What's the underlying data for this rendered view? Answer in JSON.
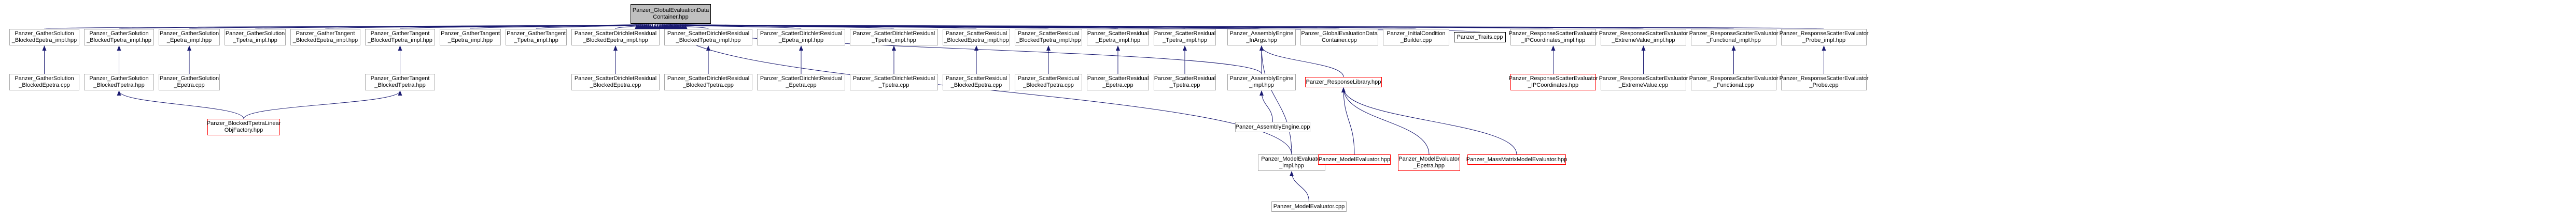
{
  "nodes": [
    {
      "id": "root",
      "lines": [
        "Panzer_GlobalEvaluationData",
        "Container.hpp"
      ],
      "style": "gray"
    },
    {
      "id": "n1",
      "lines": [
        "Panzer_GatherSolution",
        "_BlockedEpetra_impl.hpp"
      ],
      "style": "normal"
    },
    {
      "id": "n2",
      "lines": [
        "Panzer_GatherSolution",
        "_BlockedTpetra_impl.hpp"
      ],
      "style": "normal"
    },
    {
      "id": "n3",
      "lines": [
        "Panzer_GatherSolution",
        "_Epetra_impl.hpp"
      ],
      "style": "normal"
    },
    {
      "id": "n4",
      "lines": [
        "Panzer_GatherSolution",
        "_Tpetra_impl.hpp"
      ],
      "style": "normal"
    },
    {
      "id": "n5",
      "lines": [
        "Panzer_GatherTangent",
        "_BlockedEpetra_impl.hpp"
      ],
      "style": "normal"
    },
    {
      "id": "n6",
      "lines": [
        "Panzer_GatherTangent",
        "_BlockedTpetra_impl.hpp"
      ],
      "style": "normal"
    },
    {
      "id": "n7",
      "lines": [
        "Panzer_GatherTangent",
        "_Epetra_impl.hpp"
      ],
      "style": "normal"
    },
    {
      "id": "n8",
      "lines": [
        "Panzer_GatherTangent",
        "_Tpetra_impl.hpp"
      ],
      "style": "normal"
    },
    {
      "id": "n9",
      "lines": [
        "Panzer_ScatterDirichletResidual",
        "_BlockedEpetra_impl.hpp"
      ],
      "style": "normal"
    },
    {
      "id": "n10",
      "lines": [
        "Panzer_ScatterDirichletResidual",
        "_BlockedTpetra_impl.hpp"
      ],
      "style": "normal"
    },
    {
      "id": "n11",
      "lines": [
        "Panzer_ScatterDirichletResidual",
        "_Epetra_impl.hpp"
      ],
      "style": "normal"
    },
    {
      "id": "n12",
      "lines": [
        "Panzer_ScatterDirichletResidual",
        "_Tpetra_impl.hpp"
      ],
      "style": "normal"
    },
    {
      "id": "n13",
      "lines": [
        "Panzer_ScatterResidual",
        "_BlockedEpetra_impl.hpp"
      ],
      "style": "normal"
    },
    {
      "id": "n14",
      "lines": [
        "Panzer_ScatterResidual",
        "_BlockedTpetra_impl.hpp"
      ],
      "style": "normal"
    },
    {
      "id": "n15",
      "lines": [
        "Panzer_ScatterResidual",
        "_Epetra_impl.hpp"
      ],
      "style": "normal"
    },
    {
      "id": "n16",
      "lines": [
        "Panzer_ScatterResidual",
        "_Tpetra_impl.hpp"
      ],
      "style": "normal"
    },
    {
      "id": "n17",
      "lines": [
        "Panzer_AssemblyEngine",
        "_InArgs.hpp"
      ],
      "style": "normal"
    },
    {
      "id": "n18",
      "lines": [
        "Panzer_GlobalEvaluationData",
        "Container.cpp"
      ],
      "style": "normal"
    },
    {
      "id": "n19",
      "lines": [
        "Panzer_InitialCondition",
        "_Builder.cpp"
      ],
      "style": "normal"
    },
    {
      "id": "n20",
      "lines": [
        "Panzer_Traits.cpp"
      ],
      "style": "black"
    },
    {
      "id": "n21",
      "lines": [
        "Panzer_ResponseScatterEvaluator",
        "_IPCoordinates_impl.hpp"
      ],
      "style": "normal"
    },
    {
      "id": "n22",
      "lines": [
        "Panzer_ResponseScatterEvaluator",
        "_ExtremeValue_impl.hpp"
      ],
      "style": "normal"
    },
    {
      "id": "n23",
      "lines": [
        "Panzer_ResponseScatterEvaluator",
        "_Functional_impl.hpp"
      ],
      "style": "normal"
    },
    {
      "id": "n24",
      "lines": [
        "Panzer_ResponseScatterEvaluator",
        "_Probe_impl.hpp"
      ],
      "style": "normal"
    },
    {
      "id": "m1",
      "lines": [
        "Panzer_GatherSolution",
        "_BlockedEpetra.cpp"
      ],
      "style": "normal"
    },
    {
      "id": "m2",
      "lines": [
        "Panzer_GatherSolution",
        "_BlockedTpetra.hpp"
      ],
      "style": "normal"
    },
    {
      "id": "m3",
      "lines": [
        "Panzer_GatherSolution",
        "_Epetra.cpp"
      ],
      "style": "normal"
    },
    {
      "id": "m6",
      "lines": [
        "Panzer_GatherTangent",
        "_BlockedTpetra.hpp"
      ],
      "style": "normal"
    },
    {
      "id": "m9",
      "lines": [
        "Panzer_ScatterDirichletResidual",
        "_BlockedEpetra.cpp"
      ],
      "style": "normal"
    },
    {
      "id": "m10",
      "lines": [
        "Panzer_ScatterDirichletResidual",
        "_BlockedTpetra.cpp"
      ],
      "style": "normal"
    },
    {
      "id": "m11",
      "lines": [
        "Panzer_ScatterDirichletResidual",
        "_Epetra.cpp"
      ],
      "style": "normal"
    },
    {
      "id": "m12",
      "lines": [
        "Panzer_ScatterDirichletResidual",
        "_Tpetra.cpp"
      ],
      "style": "normal"
    },
    {
      "id": "m13",
      "lines": [
        "Panzer_ScatterResidual",
        "_BlockedEpetra.cpp"
      ],
      "style": "normal"
    },
    {
      "id": "m14",
      "lines": [
        "Panzer_ScatterResidual",
        "_BlockedTpetra.cpp"
      ],
      "style": "normal"
    },
    {
      "id": "m15",
      "lines": [
        "Panzer_ScatterResidual",
        "_Epetra.cpp"
      ],
      "style": "normal"
    },
    {
      "id": "m16",
      "lines": [
        "Panzer_ScatterResidual",
        "_Tpetra.cpp"
      ],
      "style": "normal"
    },
    {
      "id": "m17",
      "lines": [
        "Panzer_AssemblyEngine",
        "_impl.hpp"
      ],
      "style": "normal"
    },
    {
      "id": "rl",
      "lines": [
        "Panzer_ResponseLibrary.hpp"
      ],
      "style": "red"
    },
    {
      "id": "m21",
      "lines": [
        "Panzer_ResponseScatterEvaluator",
        "_IPCoordinates.hpp"
      ],
      "style": "red"
    },
    {
      "id": "m22",
      "lines": [
        "Panzer_ResponseScatterEvaluator",
        "_ExtremeValue.cpp"
      ],
      "style": "normal"
    },
    {
      "id": "m23",
      "lines": [
        "Panzer_ResponseScatterEvaluator",
        "_Functional.cpp"
      ],
      "style": "normal"
    },
    {
      "id": "m24",
      "lines": [
        "Panzer_ResponseScatterEvaluator",
        "_Probe.cpp"
      ],
      "style": "normal"
    },
    {
      "id": "lof",
      "lines": [
        "Panzer_BlockedTpetraLinear",
        "ObjFactory.hpp"
      ],
      "style": "red"
    },
    {
      "id": "ae",
      "lines": [
        "Panzer_AssemblyEngine.cpp"
      ],
      "style": "normal"
    },
    {
      "id": "mei",
      "lines": [
        "Panzer_ModelEvaluator",
        "_impl.hpp"
      ],
      "style": "normal"
    },
    {
      "id": "me",
      "lines": [
        "Panzer_ModelEvaluator.hpp"
      ],
      "style": "red"
    },
    {
      "id": "mee",
      "lines": [
        "Panzer_ModelEvaluator",
        "_Epetra.hpp"
      ],
      "style": "red"
    },
    {
      "id": "mme",
      "lines": [
        "Panzer_MassMatrixModelEvaluator.hpp"
      ],
      "style": "red"
    },
    {
      "id": "mecpp",
      "lines": [
        "Panzer_ModelEvaluator.cpp"
      ],
      "style": "normal"
    }
  ],
  "edges": [
    [
      "n1",
      "root"
    ],
    [
      "n2",
      "root"
    ],
    [
      "n3",
      "root"
    ],
    [
      "n4",
      "root"
    ],
    [
      "n5",
      "root"
    ],
    [
      "n6",
      "root"
    ],
    [
      "n7",
      "root"
    ],
    [
      "n8",
      "root"
    ],
    [
      "n9",
      "root"
    ],
    [
      "n10",
      "root"
    ],
    [
      "n11",
      "root"
    ],
    [
      "n12",
      "root"
    ],
    [
      "n13",
      "root"
    ],
    [
      "n14",
      "root"
    ],
    [
      "n15",
      "root"
    ],
    [
      "n16",
      "root"
    ],
    [
      "n17",
      "root"
    ],
    [
      "n18",
      "root"
    ],
    [
      "n19",
      "root"
    ],
    [
      "n20",
      "root"
    ],
    [
      "n21",
      "root"
    ],
    [
      "n22",
      "root"
    ],
    [
      "n23",
      "root"
    ],
    [
      "n24",
      "root"
    ],
    [
      "m17",
      "root"
    ],
    [
      "mei",
      "root"
    ],
    [
      "m1",
      "n1"
    ],
    [
      "m2",
      "n2"
    ],
    [
      "m3",
      "n3"
    ],
    [
      "m6",
      "n6"
    ],
    [
      "m9",
      "n9"
    ],
    [
      "m10",
      "n10"
    ],
    [
      "m11",
      "n11"
    ],
    [
      "m12",
      "n12"
    ],
    [
      "m13",
      "n13"
    ],
    [
      "m14",
      "n14"
    ],
    [
      "m15",
      "n15"
    ],
    [
      "m16",
      "n16"
    ],
    [
      "m17",
      "n17"
    ],
    [
      "rl",
      "n17"
    ],
    [
      "mei",
      "n17"
    ],
    [
      "m21",
      "n21"
    ],
    [
      "m22",
      "n22"
    ],
    [
      "m23",
      "n23"
    ],
    [
      "m24",
      "n24"
    ],
    [
      "lof",
      "m2"
    ],
    [
      "lof",
      "m6"
    ],
    [
      "ae",
      "m17"
    ],
    [
      "me",
      "rl"
    ],
    [
      "mee",
      "rl"
    ],
    [
      "mme",
      "rl"
    ],
    [
      "mecpp",
      "mei"
    ]
  ],
  "colors": {
    "edge": "#191970",
    "node_border": "#a9a9a9",
    "highlight_border": "#ff0000",
    "root_fill": "#bfbfbf"
  }
}
